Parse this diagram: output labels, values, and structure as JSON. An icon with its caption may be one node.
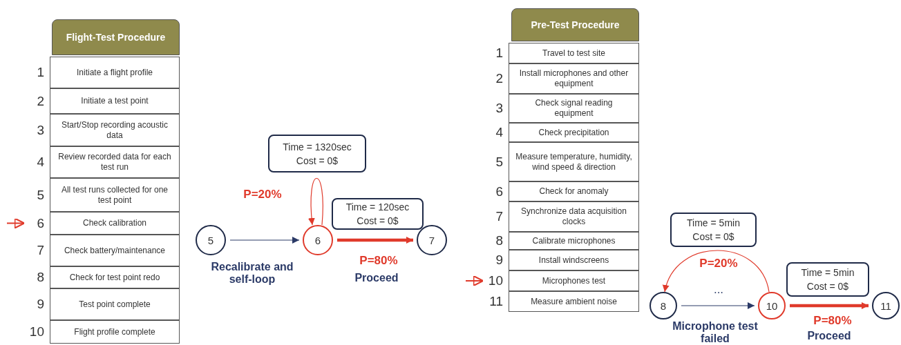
{
  "diagram": {
    "nodes": [
      {
        "text": [
          "Flight-Test Procedure"
        ]
      },
      {
        "text": [
          "Initiate a flight profile"
        ],
        "beside": [
          "1"
        ]
      },
      {
        "text": [
          "Initiate a test point"
        ],
        "beside": [
          "2"
        ]
      },
      {
        "text": [
          "Start/Stop recording acoustic data"
        ],
        "beside": [
          "3"
        ]
      },
      {
        "text": [
          "Review recorded data for each test run"
        ],
        "beside": [
          "4"
        ]
      },
      {
        "text": [
          "All test runs collected for one test point"
        ],
        "beside": [
          "5"
        ]
      },
      {
        "text": [
          "Check calibration"
        ],
        "beside": [
          "6"
        ]
      },
      {
        "text": [
          "Check battery/maintenance"
        ],
        "beside": [
          "7"
        ]
      },
      {
        "text": [
          "Check for test point redo"
        ],
        "beside": [
          "8"
        ]
      },
      {
        "text": [
          "Test point complete"
        ],
        "beside": [
          "9"
        ]
      },
      {
        "text": [
          "Flight profile complete"
        ],
        "beside": [
          "10"
        ]
      },
      {
        "text": [
          "Time = 1320sec",
          "Cost = 0$"
        ]
      },
      {
        "text": [
          "Time = 120sec",
          "Cost = 0$"
        ]
      },
      {
        "text": [
          "5"
        ]
      },
      {
        "text": [
          "6"
        ]
      },
      {
        "text": [
          "7"
        ]
      },
      {
        "text": [
          "Pre-Test Procedure"
        ]
      },
      {
        "text": [
          "Travel to test site"
        ],
        "beside": [
          "1"
        ]
      },
      {
        "text": [
          "Install microphones and other equipment"
        ],
        "beside": [
          "2"
        ]
      },
      {
        "text": [
          "Check signal reading equipment"
        ],
        "beside": [
          "3"
        ]
      },
      {
        "text": [
          "Check precipitation"
        ],
        "beside": [
          "4"
        ]
      },
      {
        "text": [
          "Measure temperature, humidity, wind speed & direction"
        ],
        "beside": [
          "5"
        ]
      },
      {
        "text": [
          "Check for anomaly"
        ],
        "beside": [
          "6"
        ]
      },
      {
        "text": [
          "Synchronize data acquisition clocks"
        ],
        "beside": [
          "7"
        ]
      },
      {
        "text": [
          "Calibrate microphones"
        ],
        "beside": [
          "8"
        ]
      },
      {
        "text": [
          "Install windscreens"
        ],
        "beside": [
          "9"
        ]
      },
      {
        "text": [
          "Microphones test"
        ],
        "beside": [
          "10"
        ]
      },
      {
        "text": [
          "Measure ambient noise"
        ],
        "beside": [
          "11"
        ]
      },
      {
        "text": [
          "Time = 5min",
          "Cost = 0$"
        ]
      },
      {
        "text": [
          "Time = 5min",
          "Cost = 0$"
        ]
      },
      {
        "text": [
          "8"
        ]
      },
      {
        "text": [
          "10"
        ]
      },
      {
        "text": [
          "11"
        ]
      }
    ],
    "edges": [
      {
        "from": null,
        "to": 6,
        "arrow": "to",
        "color": "#e03a2b"
      },
      {
        "from": 13,
        "to": 14,
        "arrow": "to",
        "color": "#2b3a67"
      },
      {
        "from": 14,
        "to": 14,
        "arrow": "to",
        "label": "P=20%",
        "color": "#e03a2b"
      },
      {
        "from": 14,
        "to": 15,
        "arrow": "to",
        "label": "P=80%",
        "style": "thick",
        "color": "#e03a2b"
      },
      {
        "from": null,
        "to": 26,
        "arrow": "to",
        "color": "#e03a2b"
      },
      {
        "from": 30,
        "to": 31,
        "arrow": "to",
        "label": "...",
        "color": "#2b3a67"
      },
      {
        "from": 31,
        "to": 30,
        "arrow": "to",
        "label": "P=20%",
        "color": "#e03a2b"
      },
      {
        "from": 31,
        "to": 32,
        "arrow": "to",
        "label": "P=80%",
        "style": "thick",
        "color": "#e03a2b"
      }
    ],
    "labels": [
      "Recalibrate and self-loop",
      "Proceed",
      "Microphone test failed",
      "Proceed"
    ]
  }
}
